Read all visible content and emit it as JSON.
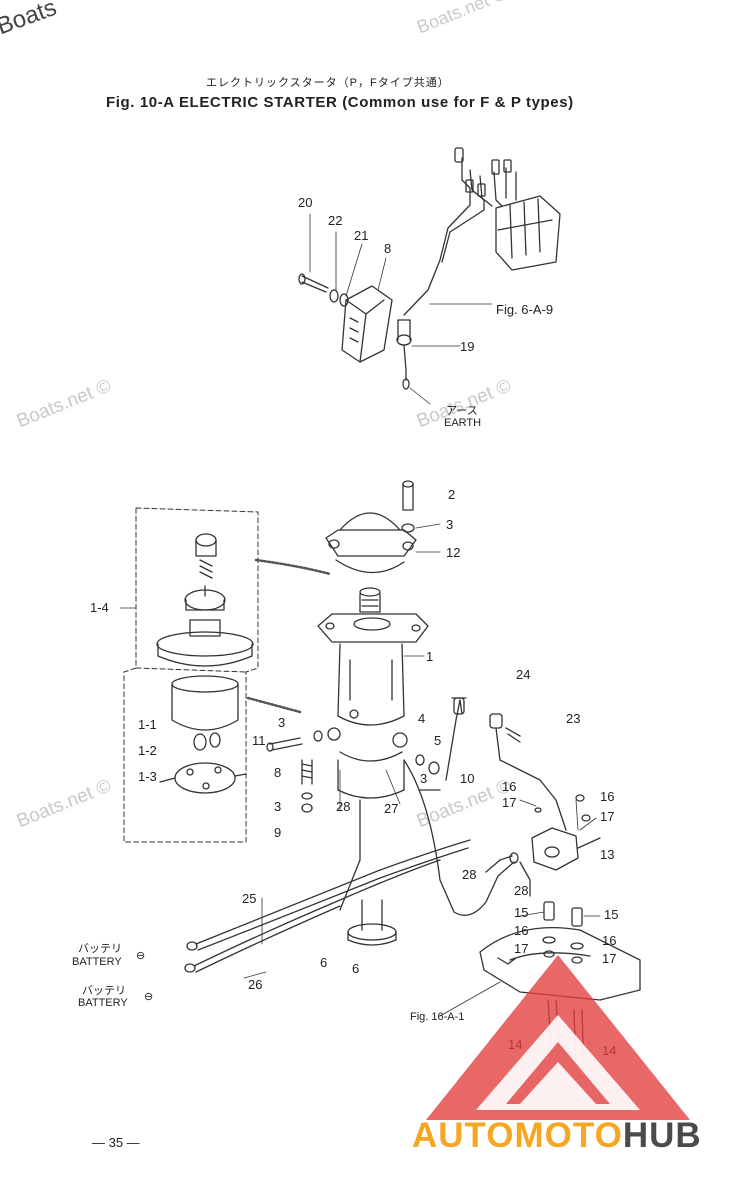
{
  "header": {
    "title_jp": "エレクトリックスタータ（P，Fタイプ共通）",
    "title_en": "Fig. 10-A   ELECTRIC STARTER  (Common use for F & P types)"
  },
  "watermark": {
    "text": "Boats.net ©",
    "corner": "Boats",
    "color": "#c9c9c9"
  },
  "references": {
    "fig_6a9": "Fig. 6-A-9",
    "fig_16a1": "Fig. 16-A-1",
    "earth_jp": "アース",
    "earth_en": "EARTH",
    "battery1_jp": "バッテリ",
    "battery1_en": "BATTERY",
    "battery2_jp": "バッテリ",
    "battery2_en": "BATTERY",
    "minus_symbol": "⊖"
  },
  "part_labels": {
    "p20": "20",
    "p22": "22",
    "p21": "21",
    "p8a": "8",
    "p19": "19",
    "p2": "2",
    "p3a": "3",
    "p12": "12",
    "p14sub": "1-4",
    "p1": "1",
    "p24": "24",
    "p23": "23",
    "p3b": "3",
    "p4": "4",
    "p11": "11",
    "p5": "5",
    "p11sub": "1-1",
    "p12sub": "1-2",
    "p13sub": "1-3",
    "p8b": "8",
    "p3c": "3",
    "p10": "10",
    "p3d": "3",
    "p9": "9",
    "p28a": "28",
    "p27": "27",
    "p16a": "16",
    "p17a": "17",
    "p16b": "16",
    "p17b": "17",
    "p13": "13",
    "p28b": "28",
    "p28c": "28",
    "p25": "25",
    "p15a": "15",
    "p15b": "15",
    "p16c": "16",
    "p17c": "17",
    "p16d": "16",
    "p17d": "17",
    "p6a": "6",
    "p6b": "6",
    "p26": "26",
    "p14a": "14",
    "p14b": "14"
  },
  "footer": {
    "page_number": "— 35 —"
  },
  "logo": {
    "text_left": "AUTOMOTO",
    "text_right": "HUB",
    "color_accent": "#f6a623",
    "color_dark": "#4a4a4a",
    "color_red": "#e23d3d"
  }
}
